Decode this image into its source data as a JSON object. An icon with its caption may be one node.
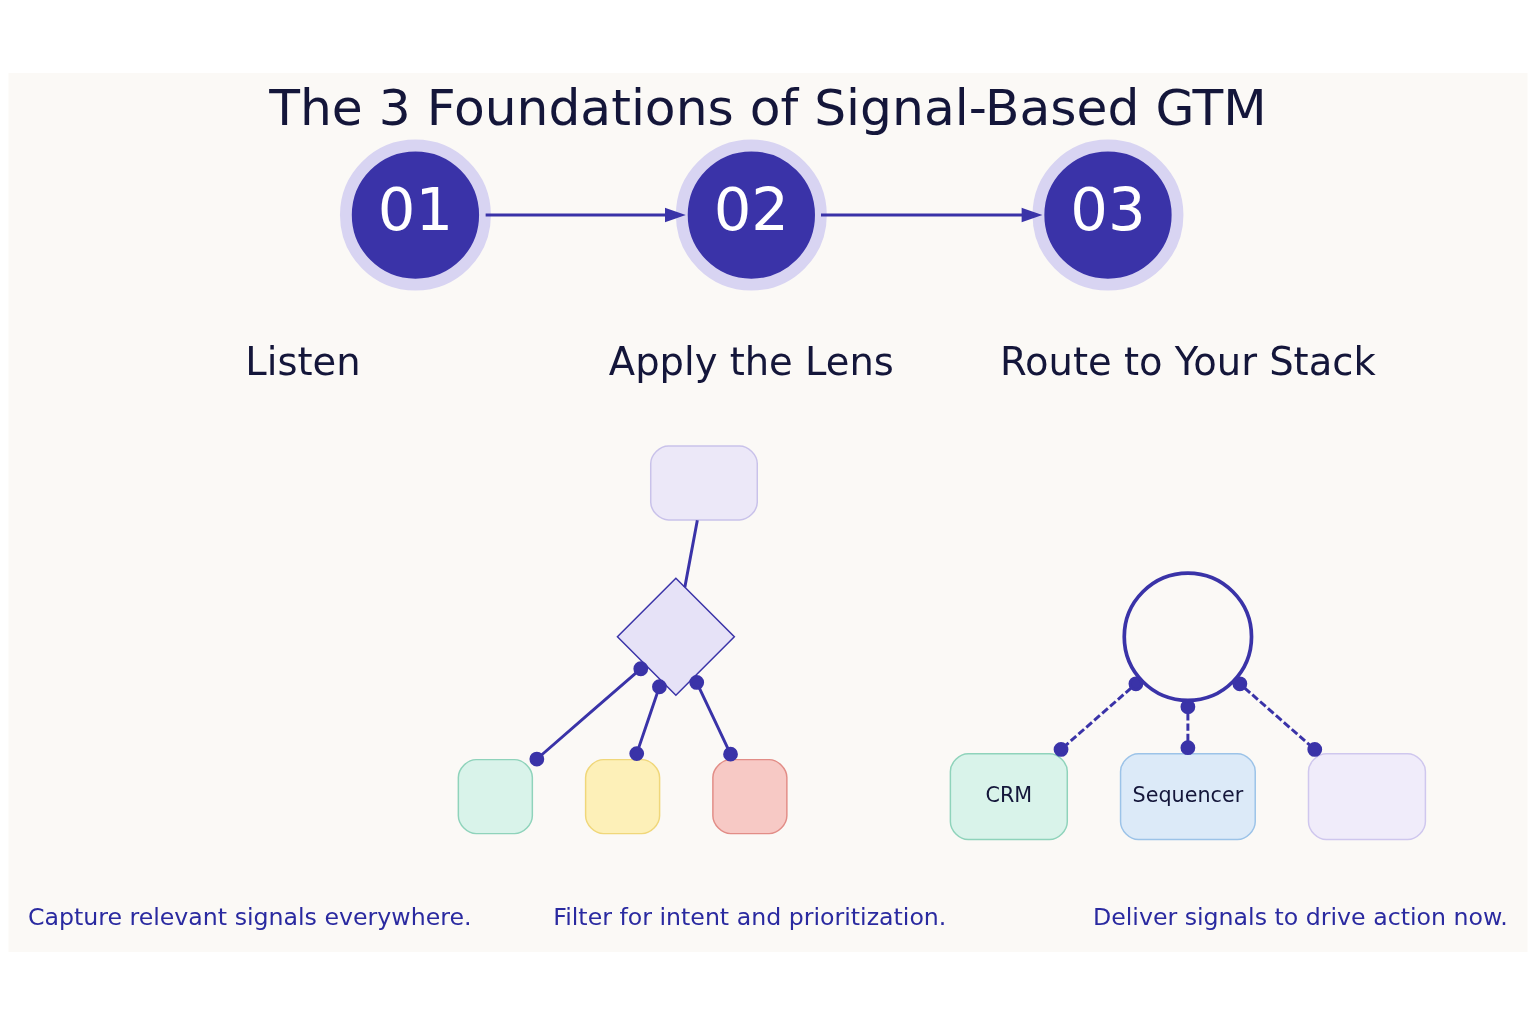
{
  "diagram": {
    "title": "The 3 Foundations of Signal-Based GTM",
    "nodes": [
      {
        "text": [
          "01"
        ]
      },
      {
        "text": [
          "02"
        ]
      },
      {
        "text": [
          "03"
        ]
      },
      {
        "text": [],
        "shape": "box"
      },
      {
        "text": [],
        "shape": "diamond"
      },
      {
        "text": [],
        "shape": "box"
      },
      {
        "text": [],
        "shape": "box"
      },
      {
        "text": [],
        "shape": "box"
      },
      {
        "text": [],
        "shape": "circle"
      },
      {
        "text": [
          "CRM"
        ]
      },
      {
        "text": [
          "Sequencer"
        ]
      },
      {
        "text": [],
        "shape": "box"
      }
    ],
    "edges": [
      {
        "from": 0,
        "to": 1,
        "arrow": "to"
      },
      {
        "from": 1,
        "to": 2,
        "arrow": "to"
      },
      {
        "from": 3,
        "to": 4,
        "arrow": "none"
      },
      {
        "from": 4,
        "to": 5,
        "arrow": "other"
      },
      {
        "from": 4,
        "to": 6,
        "arrow": "other"
      },
      {
        "from": 4,
        "to": 7,
        "arrow": "other"
      },
      {
        "from": 8,
        "to": 9,
        "arrow": "other",
        "style": "dashed"
      },
      {
        "from": 8,
        "to": 10,
        "arrow": "other",
        "style": "dashed"
      },
      {
        "from": 8,
        "to": 11,
        "arrow": "other",
        "style": "dashed"
      }
    ],
    "labels": [
      "Listen",
      "Apply the Lens",
      "Route to Your Stack",
      "Capture relevant signals everywhere.",
      "Filter for intent and prioritization.",
      "Deliver signals to drive action now."
    ]
  }
}
